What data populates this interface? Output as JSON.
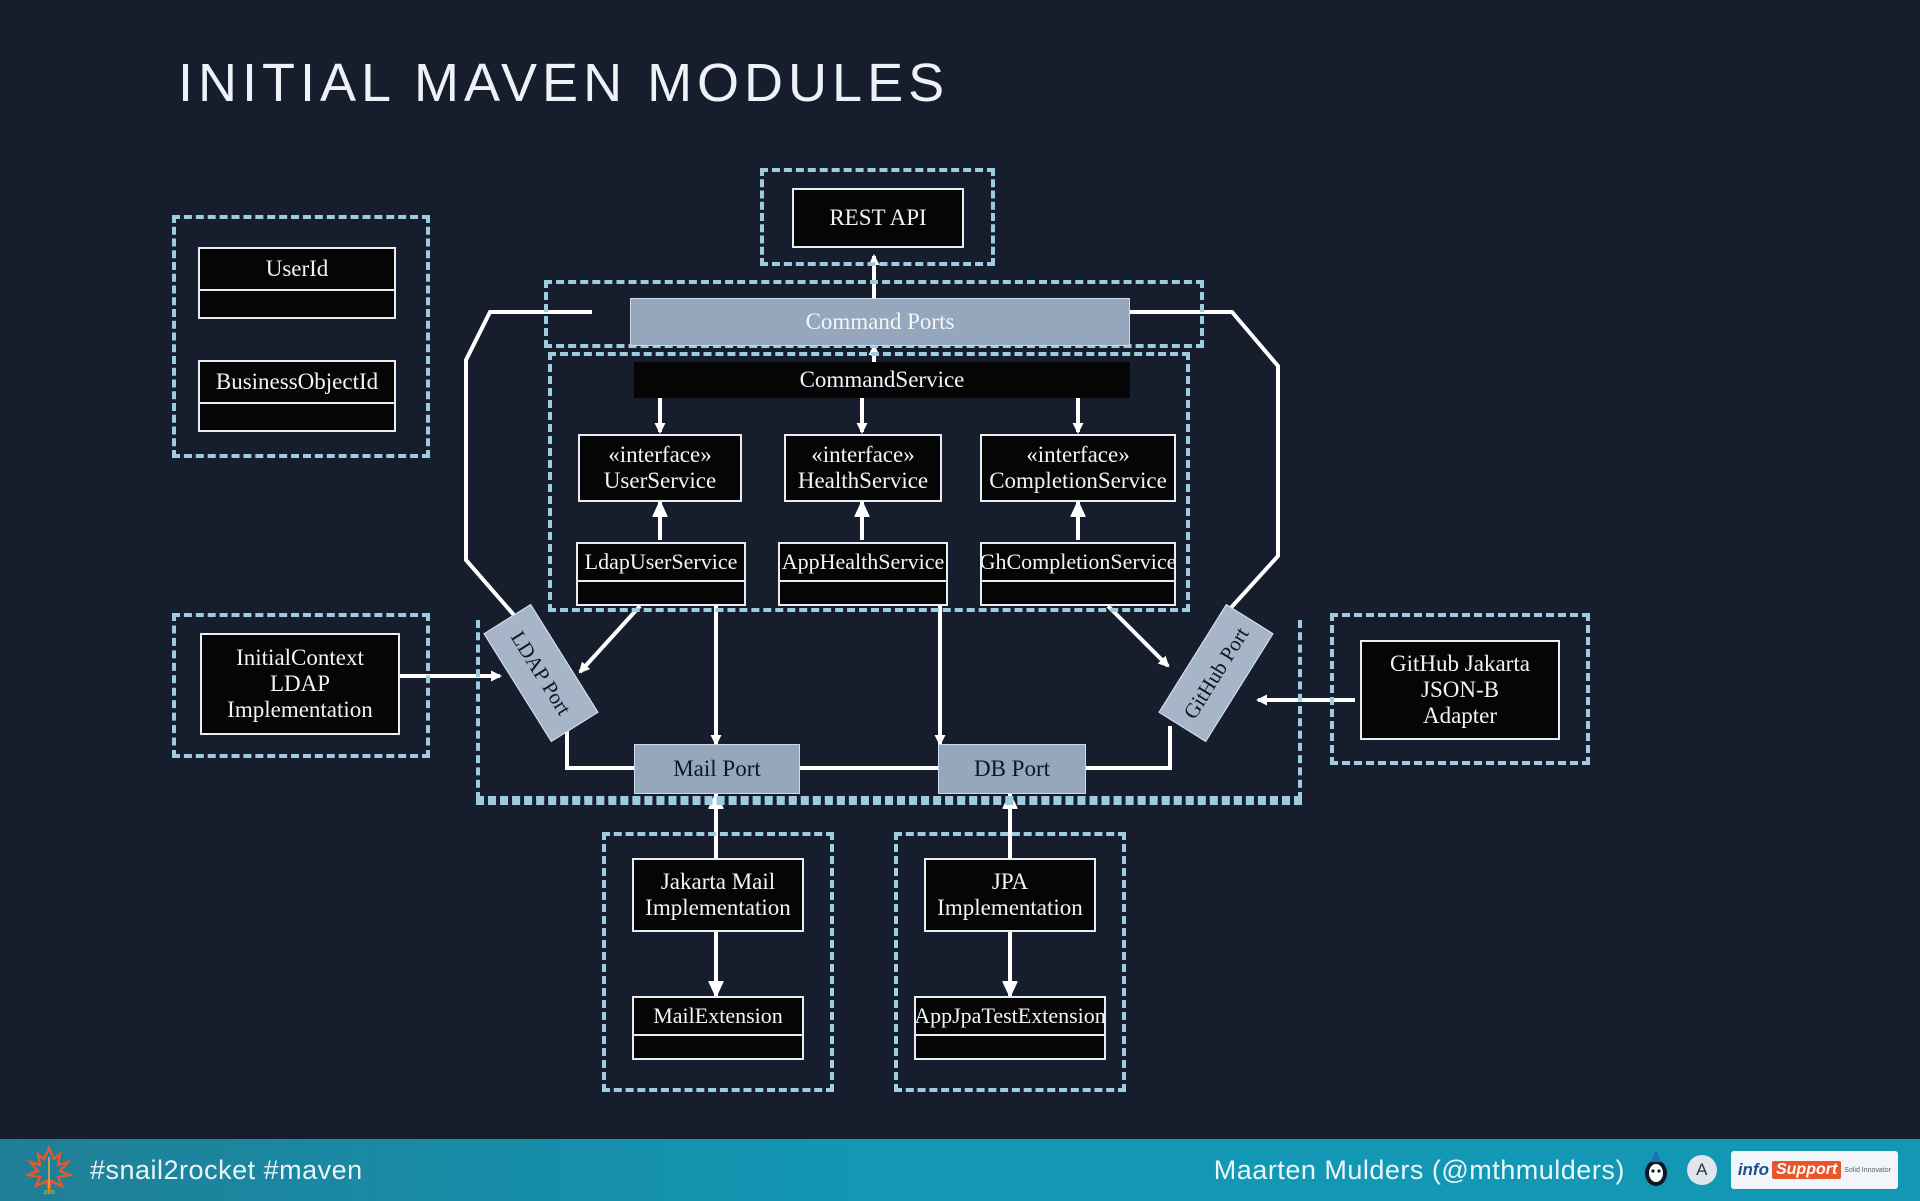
{
  "slide": {
    "title": "INITIAL MAVEN MODULES",
    "background_color": "#161d2d",
    "accent_dashed_color": "#9ecbe0",
    "port_fill_color": "#94a7bd",
    "box_fill_color": "#050505"
  },
  "domain_group": {
    "classes": [
      {
        "name": "UserId"
      },
      {
        "name": "BusinessObjectId"
      }
    ]
  },
  "rest_group": {
    "box": {
      "name": "REST API"
    }
  },
  "core_group": {
    "command_ports": {
      "label": "Command Ports"
    },
    "command_service": {
      "name": "CommandService"
    },
    "interfaces": [
      {
        "stereotype": "«interface»",
        "name": "UserService"
      },
      {
        "stereotype": "«interface»",
        "name": "HealthService"
      },
      {
        "stereotype": "«interface»",
        "name": "CompletionService"
      }
    ],
    "implementations": [
      {
        "name": "LdapUserService"
      },
      {
        "name": "AppHealthService"
      },
      {
        "name": "GhCompletionService"
      }
    ]
  },
  "ports": {
    "ldap": {
      "label": "LDAP Port"
    },
    "github": {
      "label": "GitHub Port"
    },
    "mail": {
      "label": "Mail Port"
    },
    "db": {
      "label": "DB Port"
    }
  },
  "left_adapter_group": {
    "box": {
      "name": "InitialContext LDAP Implementation",
      "lines": [
        "InitialContext",
        "LDAP",
        "Implementation"
      ]
    }
  },
  "right_adapter_group": {
    "box": {
      "name": "GitHub Jakarta JSON-B Adapter",
      "lines": [
        "GitHub Jakarta",
        "JSON-B",
        "Adapter"
      ]
    }
  },
  "mail_module_group": {
    "impl": {
      "name": "Jakarta Mail Implementation",
      "lines": [
        "Jakarta Mail",
        "Implementation"
      ]
    },
    "extension": {
      "name": "MailExtension"
    }
  },
  "db_module_group": {
    "impl": {
      "name": "JPA Implementation",
      "lines": [
        "JPA",
        "Implementation"
      ]
    },
    "extension": {
      "name": "AppJpaTestExtension"
    }
  },
  "footer": {
    "hashtags": "#snail2rocket #maven",
    "speaker": "Maarten Mulders (@mthmulders)",
    "badge_letter": "A",
    "sponsor_part1": "info",
    "sponsor_part2": "Support",
    "sponsor_tagline": "Solid Innovator",
    "background_color": "#1297b4"
  }
}
